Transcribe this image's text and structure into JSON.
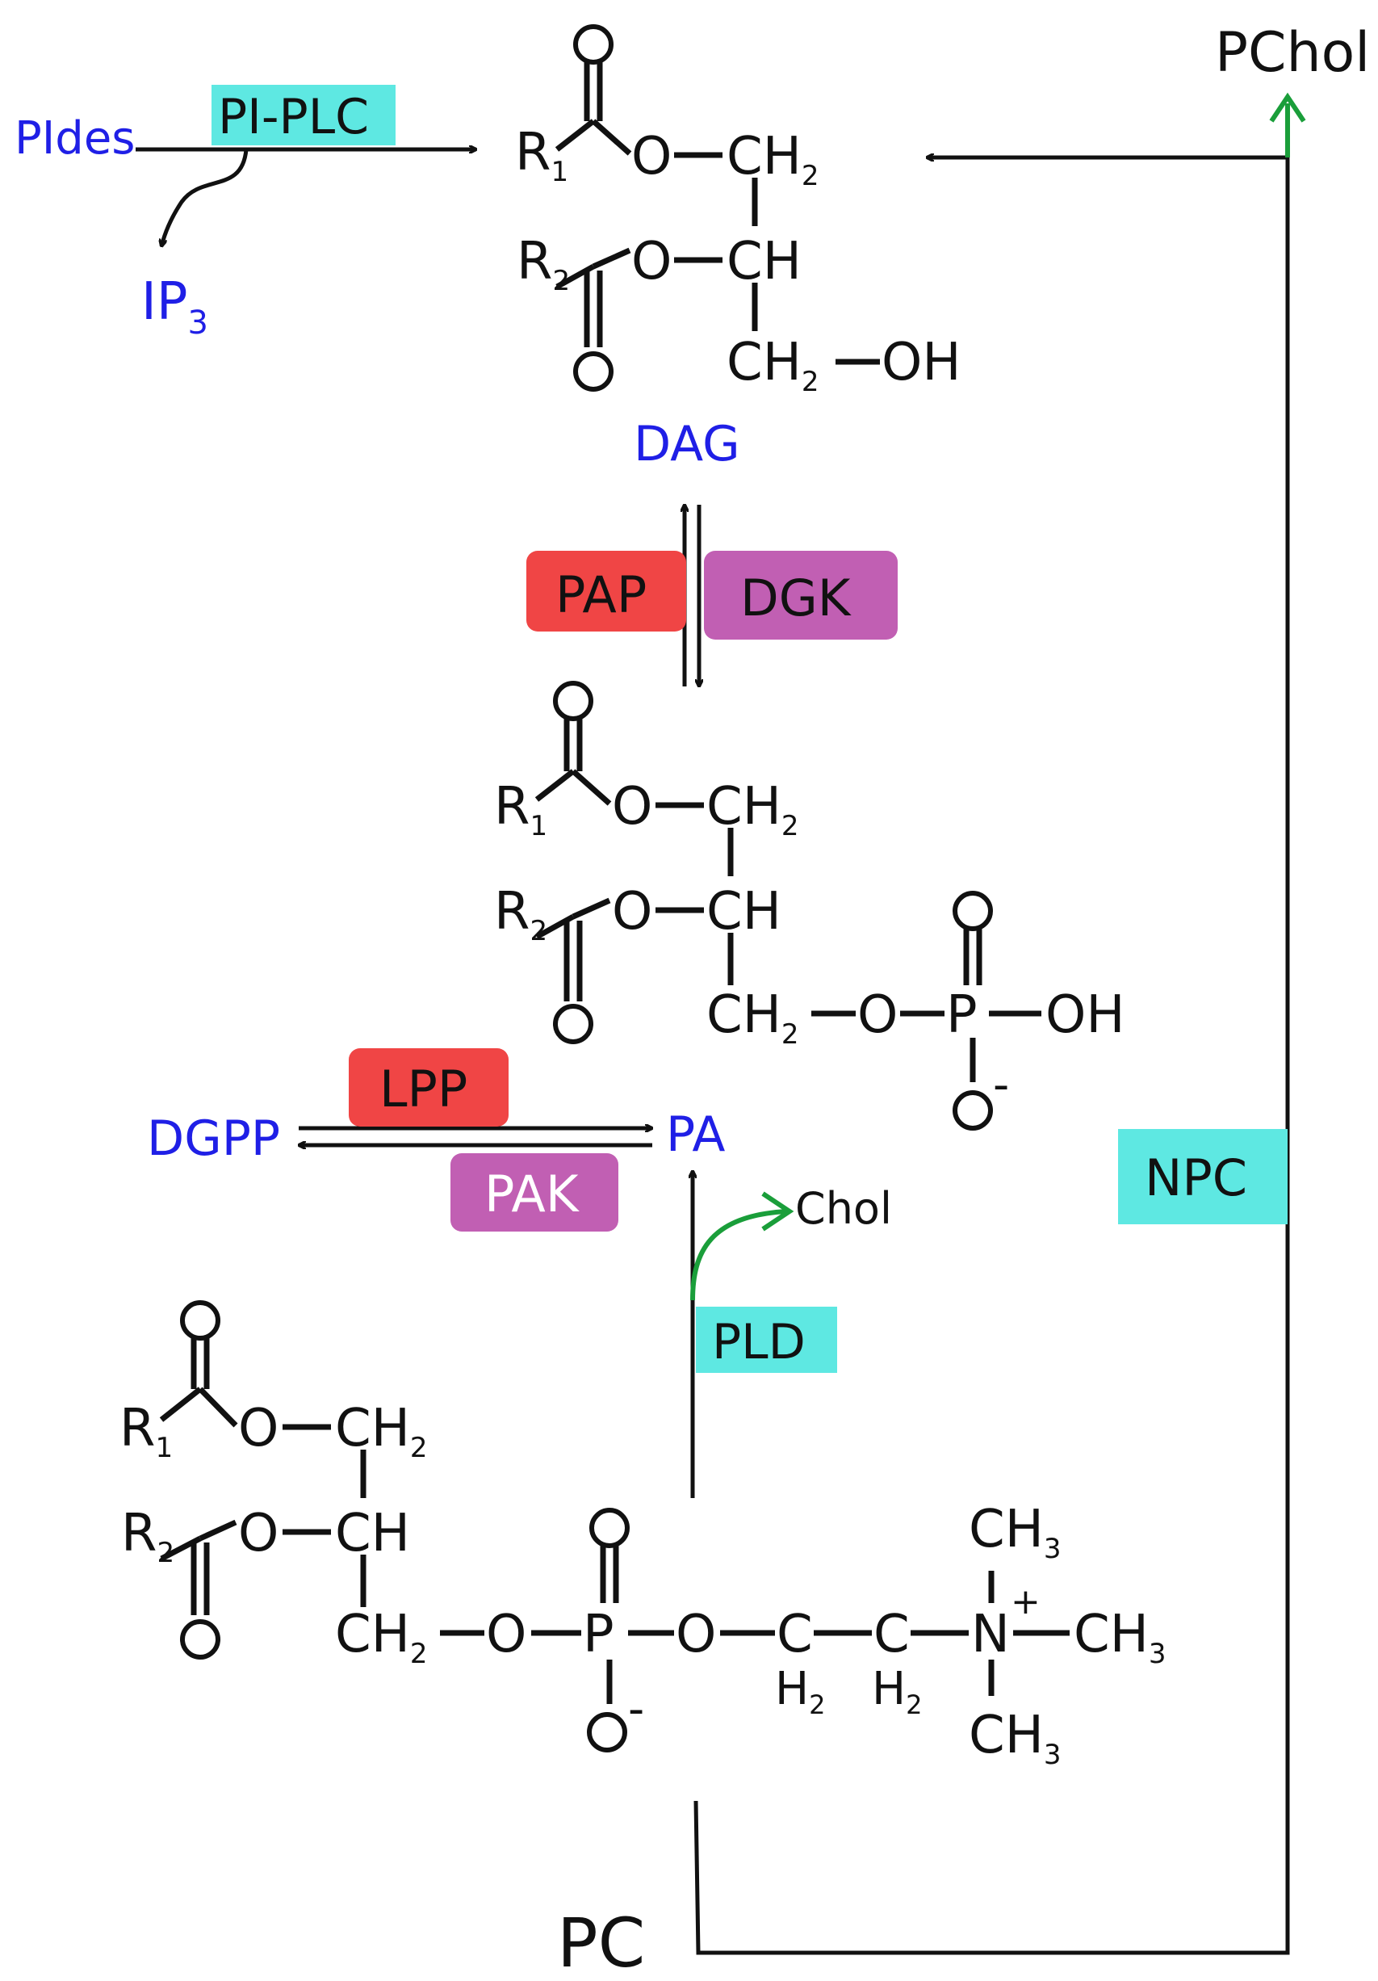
{
  "colors": {
    "metabolite": "#1f1fe6",
    "cyan_enzyme": "#5ee8e2",
    "red_enzyme": "#f04545",
    "purple_enzyme": "#c15fb3",
    "side_product_arrow": "#1a9e3a",
    "bond": "#111111"
  },
  "metabolites": {
    "pides": "PIdes",
    "ip3": "IP",
    "ip3_sub": "3",
    "dag": "DAG",
    "dgpp": "DGPP",
    "pa": "PA",
    "pc": "PC",
    "pchol": "PChol",
    "chol": "Chol"
  },
  "enzymes": {
    "pi_plc": "PI-PLC",
    "pap": "PAP",
    "dgk": "DGK",
    "lpp": "LPP",
    "pak": "PAK",
    "pld": "PLD",
    "npc": "NPC"
  },
  "atoms": {
    "o": "O",
    "ch2": "CH",
    "ch": "CH",
    "two": "2",
    "three": "3",
    "oh": "OH",
    "r": "R",
    "one": "1",
    "p": "P",
    "c": "C",
    "h": "H",
    "n": "N",
    "ch3": "CH",
    "minus": "-",
    "plus": "+"
  }
}
